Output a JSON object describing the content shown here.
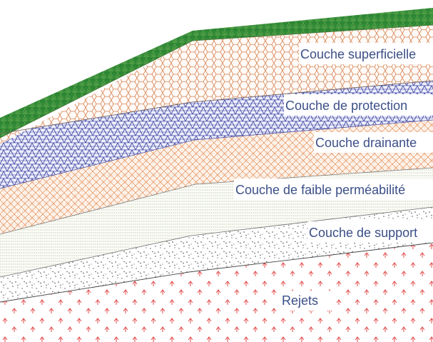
{
  "layers": [
    {
      "id": "superficielle",
      "label": "Couche superficielle",
      "pattern": "hexagon-mesh",
      "color": "#d98b5f"
    },
    {
      "id": "protection",
      "label": "Couche de protection",
      "pattern": "blue-triangle-mesh",
      "color": "#4b4fa0"
    },
    {
      "id": "drainante",
      "label": "Couche drainante",
      "pattern": "orange-crosshatch",
      "color": "#e49a6a"
    },
    {
      "id": "faible",
      "label": "Couche de faible perméabilité",
      "pattern": "green-dots",
      "color": "#8ea070"
    },
    {
      "id": "support",
      "label": "Couche de support",
      "pattern": "gravel-specks",
      "color": "#5a5a5a"
    },
    {
      "id": "rejets",
      "label": "Rejets",
      "pattern": "red-marks",
      "color": "#e34a4a"
    }
  ],
  "vegetation": {
    "pattern": "green-grass-band",
    "color": "#2f8a35"
  }
}
